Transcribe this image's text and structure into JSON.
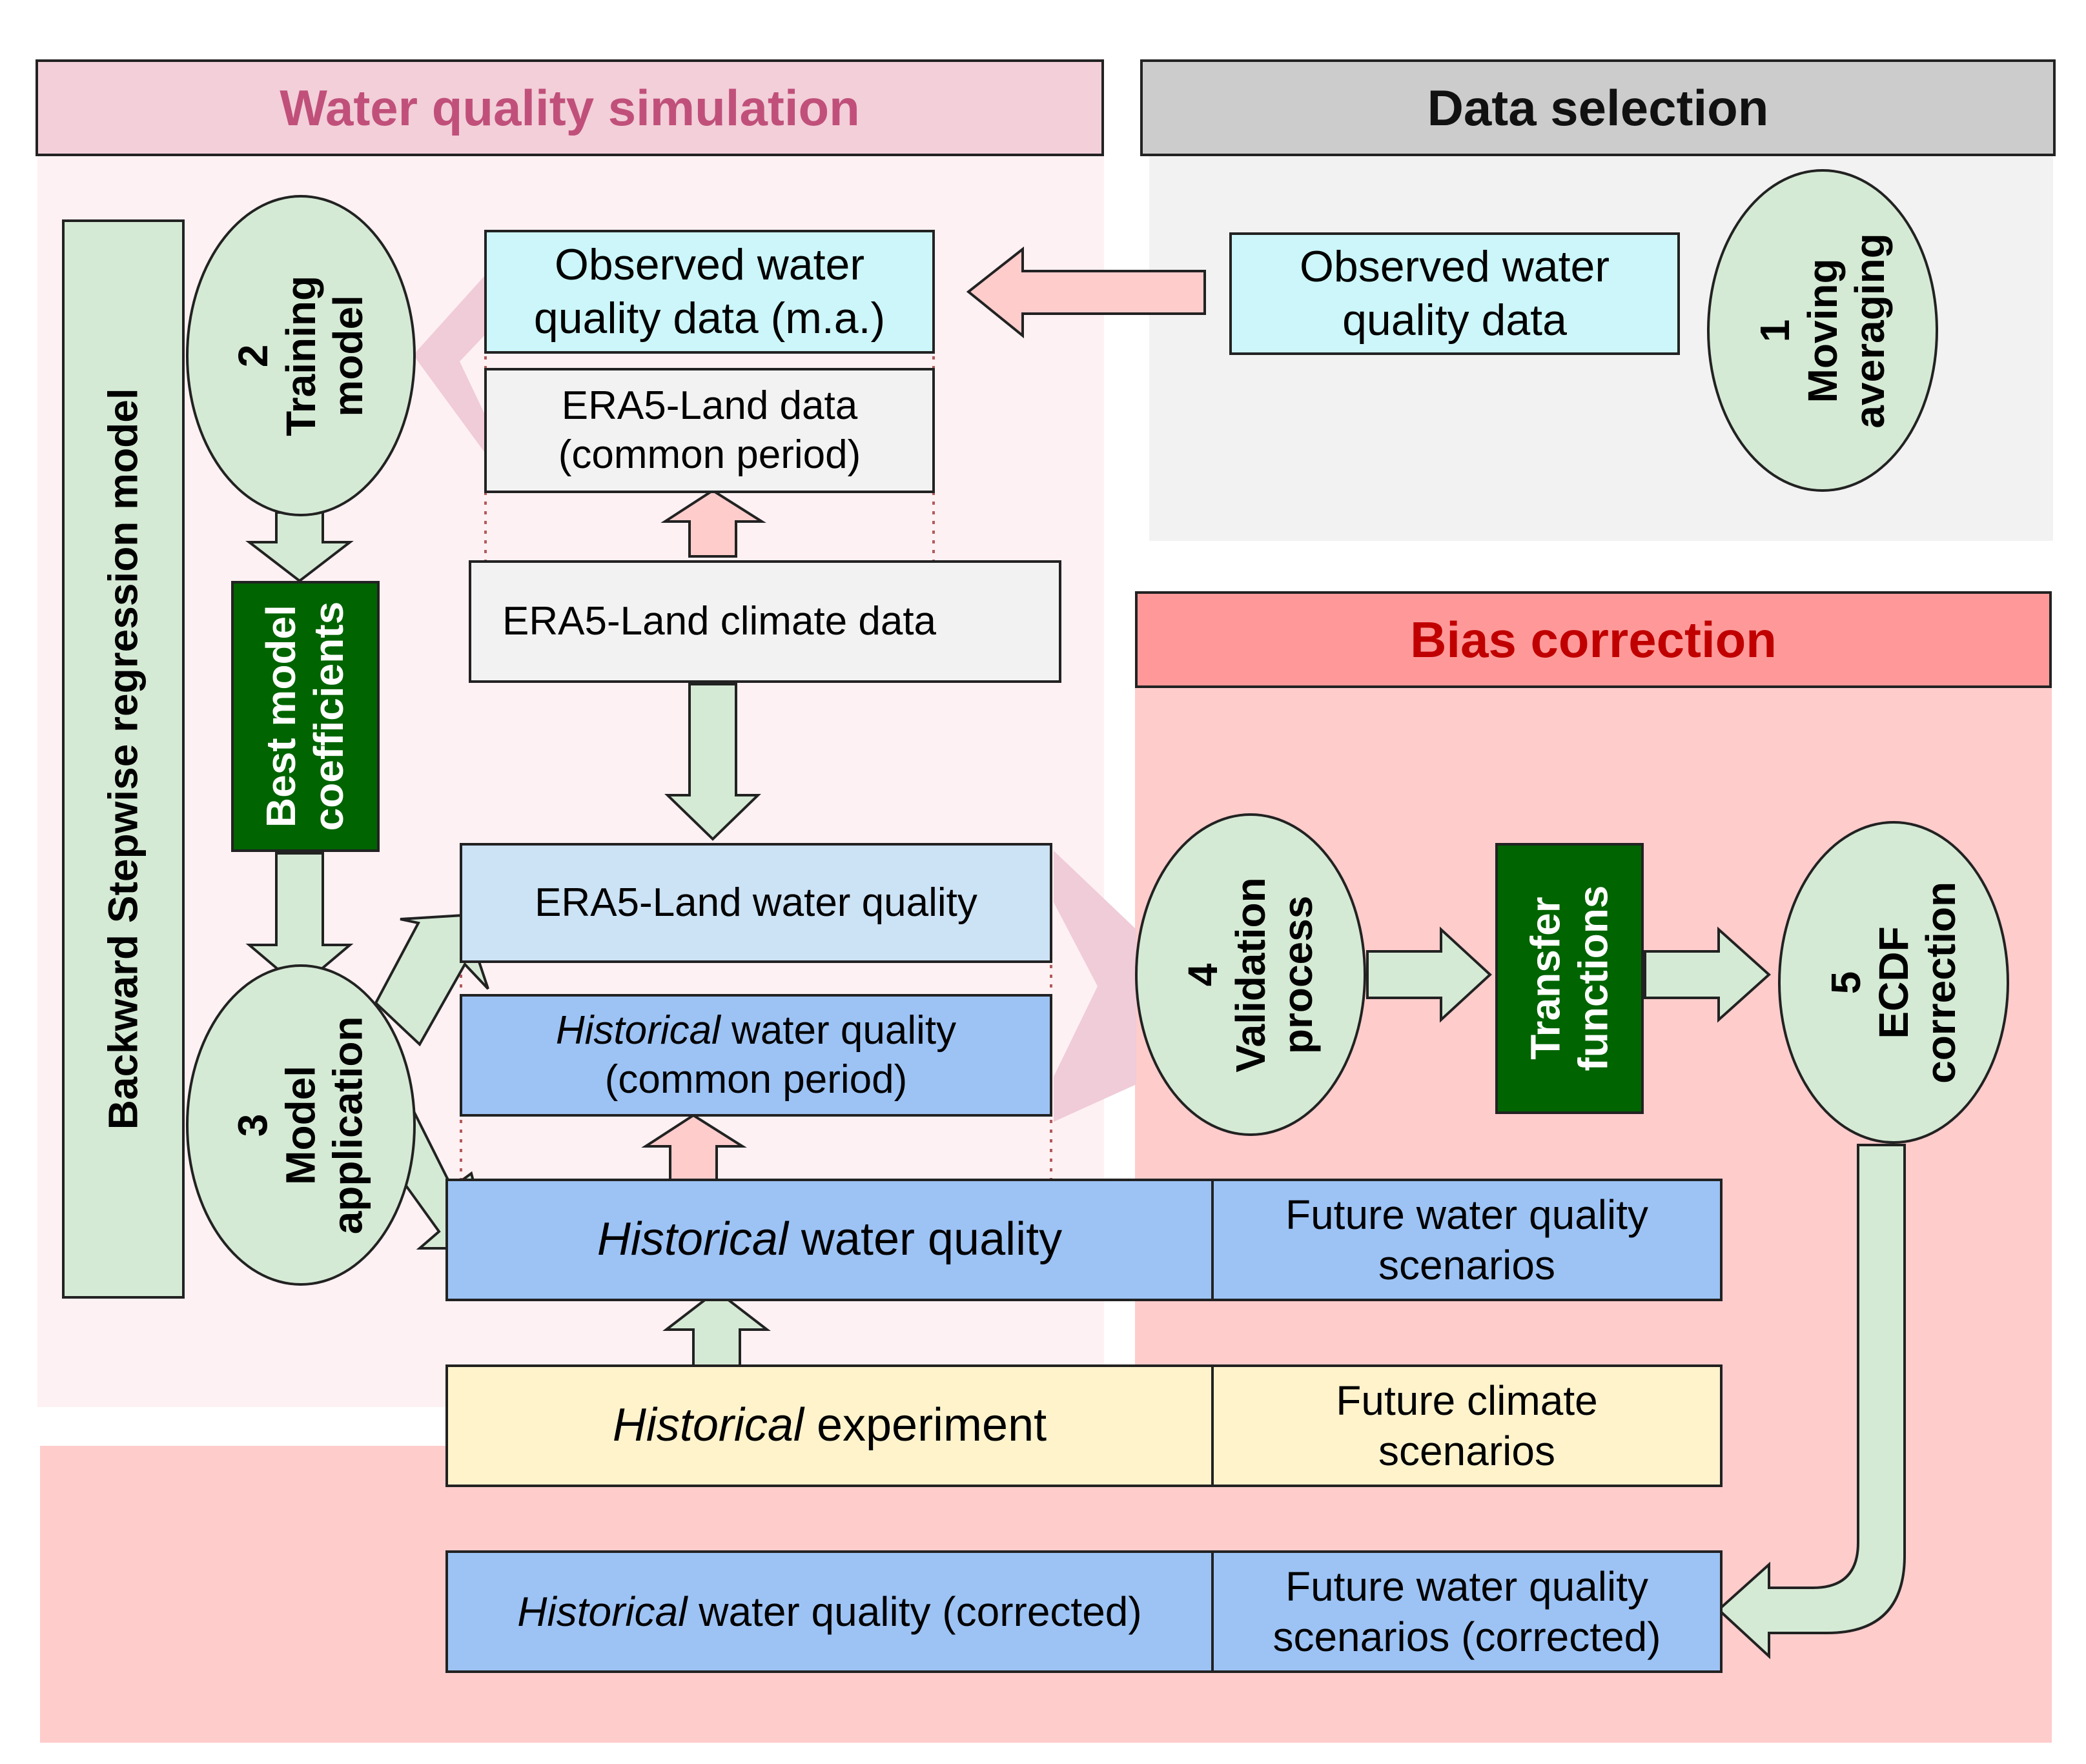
{
  "sections": {
    "water_quality_simulation": {
      "title": "Water quality simulation"
    },
    "data_selection": {
      "title": "Data selection"
    },
    "bias_correction": {
      "title": "Bias correction"
    }
  },
  "steps": {
    "step1": {
      "number": "1",
      "line1": "Moving",
      "line2": "averaging"
    },
    "step2": {
      "number": "2",
      "line1": "Training",
      "line2": "model"
    },
    "step3": {
      "number": "3",
      "line1": "Model",
      "line2": "application"
    },
    "step4": {
      "number": "4",
      "line1": "Validation",
      "line2": "process"
    },
    "step5": {
      "number": "5",
      "line1": "ECDF",
      "line2": "correction"
    }
  },
  "boxes": {
    "backward_stepwise": "Backward Stepwise regression model",
    "best_model": {
      "line1": "Best model",
      "line2": "coefficients"
    },
    "transfer_functions": {
      "line1": "Transfer",
      "line2": "functions"
    },
    "observed_ma": {
      "line1": "Observed water",
      "line2": "quality data (m.a.)"
    },
    "observed": {
      "line1": "Observed water",
      "line2": "quality data"
    },
    "era5_common": {
      "line1": "ERA5-Land data",
      "line2": "(common period)"
    },
    "era5_climate": "ERA5-Land climate data",
    "era5_wq": "ERA5-Land water quality",
    "hist_wq_common": {
      "italic": "Historical",
      "rest_line1": " water quality",
      "line2": "(common period)"
    },
    "hist_wq": {
      "italic": "Historical",
      "rest": " water quality"
    },
    "future_wq": {
      "line1": "Future water quality",
      "line2": "scenarios"
    },
    "hist_exp": {
      "italic": "Historical",
      "rest": " experiment"
    },
    "future_climate": {
      "line1": "Future climate",
      "line2": "scenarios"
    },
    "hist_wq_corr": {
      "italic": "Historical",
      "rest": " water quality (corrected)"
    },
    "future_wq_corr": {
      "line1": "Future water quality",
      "line2": "scenarios (corrected)"
    }
  },
  "colors": {
    "wqs_header": "#f2cfd9",
    "wqs_header_text": "#c0507a",
    "wqs_bg": "#fef1f3",
    "ds_header": "#cccccc",
    "ds_bg": "#f2f2f2",
    "bc_header": "#ff9999",
    "bc_header_text": "#c00000",
    "bc_bg": "#ffcccc",
    "green_light": "#d5ead5",
    "green_dark": "#006400",
    "cyan": "#ccf6f9",
    "light_gray": "#f2f2f2",
    "light_blue": "#cce2f5",
    "mid_blue": "#9dc3f5",
    "yellow": "#fff3cc",
    "arrow_pink": "#ffcccc",
    "arrow_green": "#d5ead5",
    "chevron_pink": "#f0cbd8"
  }
}
